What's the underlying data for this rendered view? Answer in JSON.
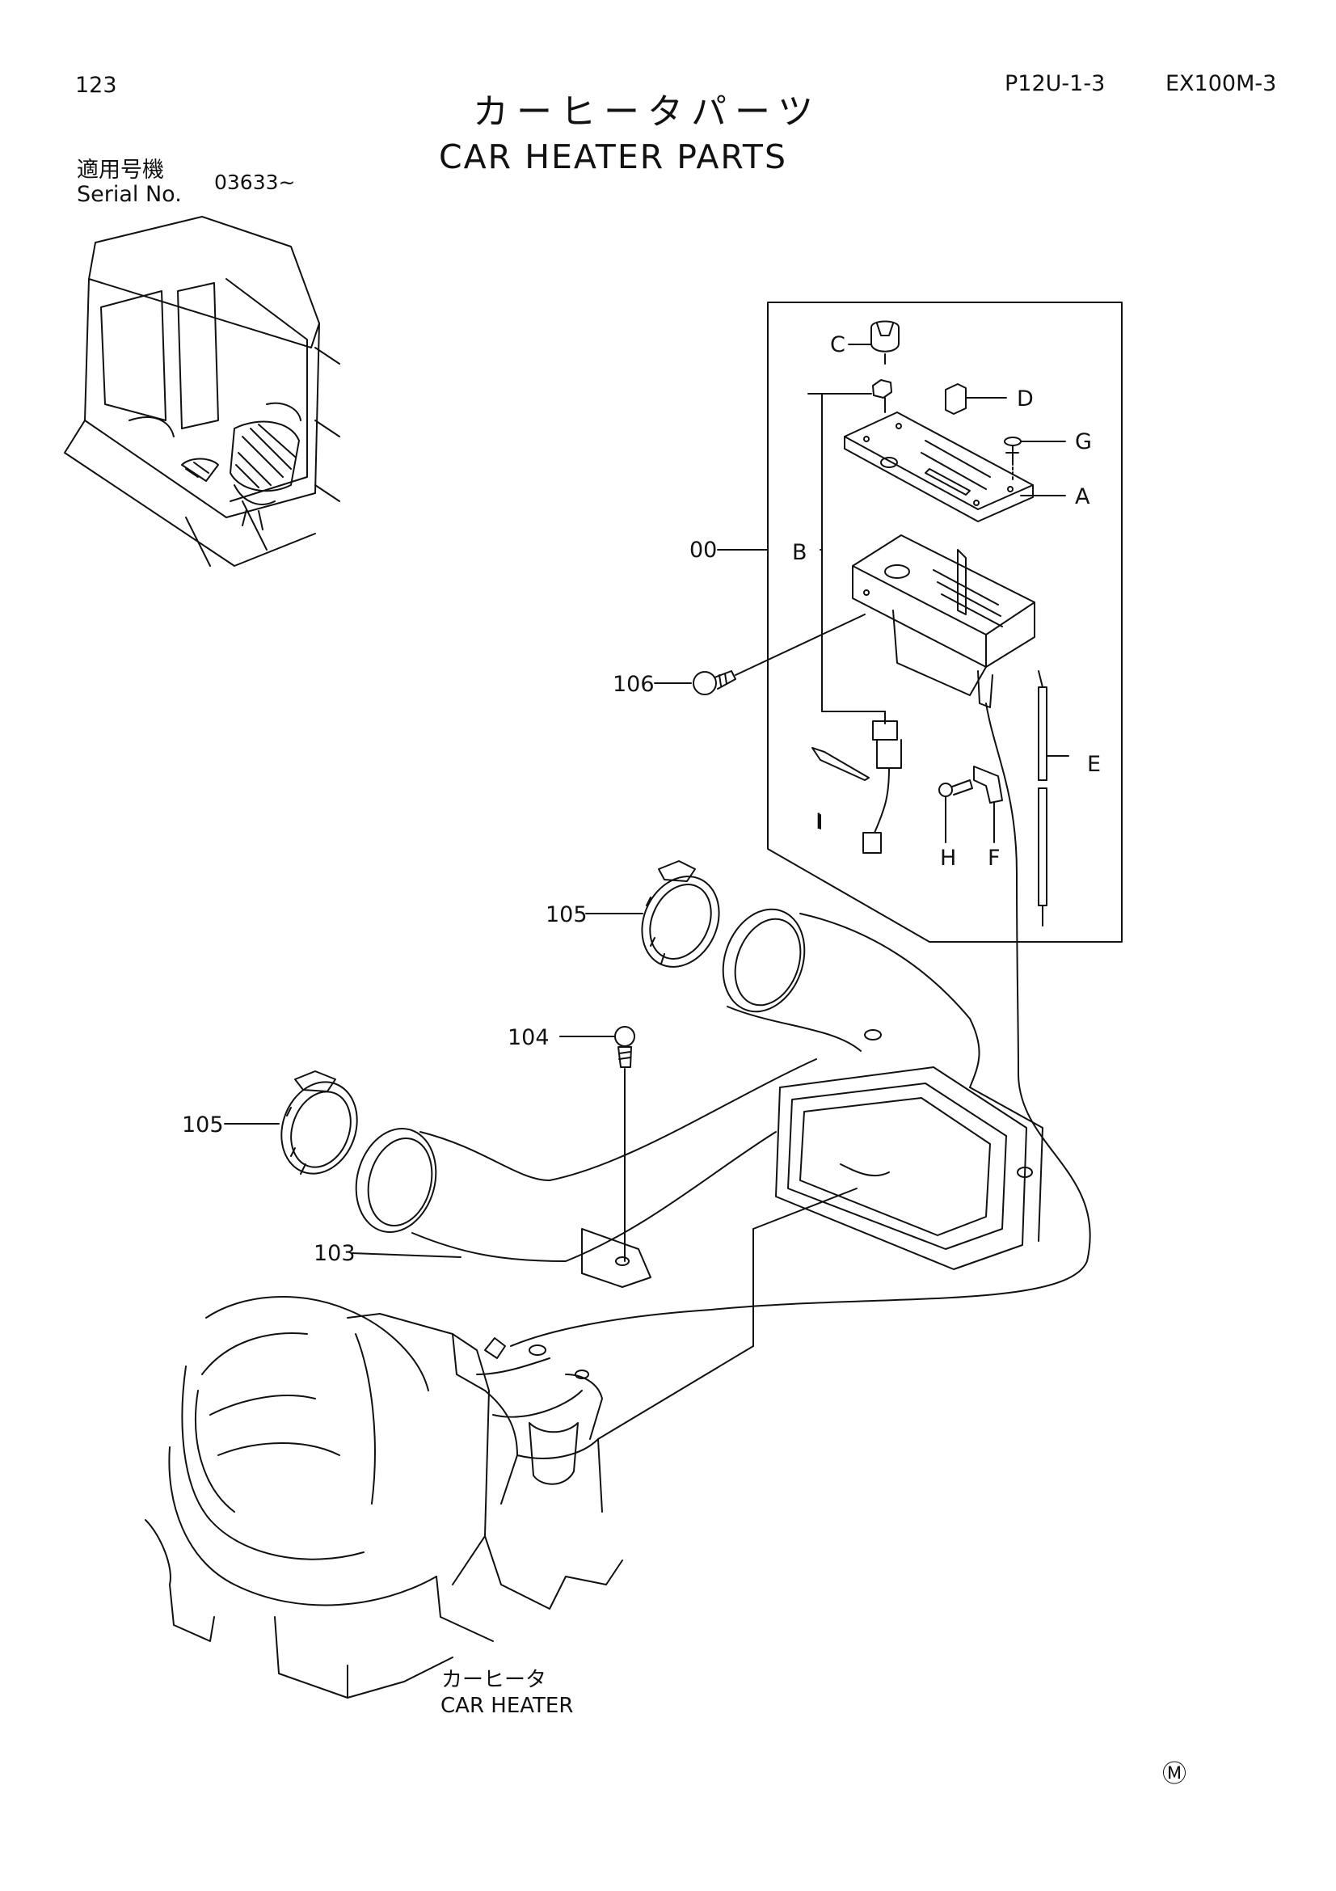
{
  "header": {
    "page_number": "123",
    "page_code": "P12U-1-3",
    "model": "EX100M-3"
  },
  "title": {
    "japanese": "カーヒータパーツ",
    "english": "CAR HEATER PARTS"
  },
  "serial": {
    "label_japanese": "適用号機",
    "label_english": "Serial No.",
    "value": "03633~"
  },
  "callouts": {
    "c": "C",
    "d": "D",
    "g": "G",
    "a": "A",
    "b": "B",
    "e": "E",
    "f": "F",
    "h": "H",
    "i": "I",
    "p00": "00",
    "p106": "106",
    "p105_top": "105",
    "p104": "104",
    "p105_left": "105",
    "p103": "103"
  },
  "caption": {
    "japanese": "カーヒータ",
    "english": "CAR HEATER"
  },
  "footer": {
    "mark": "Ⓜ"
  }
}
